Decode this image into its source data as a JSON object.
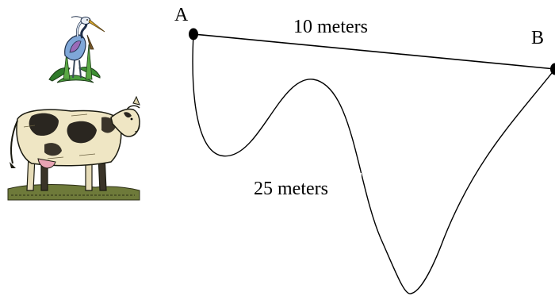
{
  "diagram": {
    "points": [
      {
        "id": "A",
        "label": "A"
      },
      {
        "id": "B",
        "label": "B"
      }
    ],
    "straight_path": {
      "from": "A",
      "to": "B",
      "length_label": "10 meters"
    },
    "curved_path": {
      "from": "A",
      "to": "B",
      "length_label": "25 meters"
    },
    "clipart": [
      {
        "name": "heron-bird-icon"
      },
      {
        "name": "cow-icon"
      }
    ]
  }
}
